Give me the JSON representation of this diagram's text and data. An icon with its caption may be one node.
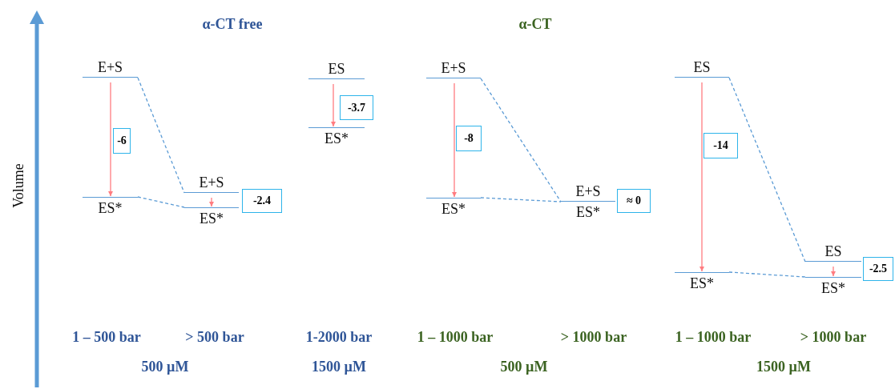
{
  "diagram": {
    "nodes": [
      {
        "text": [
          "E+S"
        ]
      },
      {
        "text": [
          "ES*"
        ]
      },
      {
        "text": [
          "E+S"
        ]
      },
      {
        "text": [
          "ES*"
        ]
      },
      {
        "text": [
          "ES"
        ]
      },
      {
        "text": [
          "ES*"
        ]
      },
      {
        "text": [
          "E+S"
        ]
      },
      {
        "text": [
          "ES*"
        ]
      },
      {
        "text": [
          "E+S"
        ]
      },
      {
        "text": [
          "ES*"
        ]
      },
      {
        "text": [
          "ES"
        ]
      },
      {
        "text": [
          "ES*"
        ]
      },
      {
        "text": [
          "ES"
        ]
      },
      {
        "text": [
          "ES*"
        ]
      },
      {
        "text": [
          "-6"
        ]
      },
      {
        "text": [
          "-2.4"
        ]
      },
      {
        "text": [
          "-3.7"
        ]
      },
      {
        "text": [
          "-8"
        ]
      },
      {
        "text": [
          "≈ 0"
        ]
      },
      {
        "text": [
          "-14"
        ]
      },
      {
        "text": [
          "-2.5"
        ]
      }
    ],
    "edges": [
      {
        "from": 0,
        "to": 1,
        "arrow": "to",
        "color": "#ff7c80"
      },
      {
        "from": 2,
        "to": 3,
        "arrow": "to",
        "color": "#ff7c80"
      },
      {
        "from": 4,
        "to": 5,
        "arrow": "to",
        "color": "#ff7c80"
      },
      {
        "from": 6,
        "to": 7,
        "arrow": "to",
        "color": "#ff7c80"
      },
      {
        "from": 10,
        "to": 11,
        "arrow": "to",
        "color": "#ff7c80"
      },
      {
        "from": 12,
        "to": 13,
        "arrow": "to",
        "color": "#ff7c80"
      },
      {
        "from": 0,
        "to": 2,
        "arrow": "none",
        "style": "dashed",
        "color": "#5b9bd5"
      },
      {
        "from": 1,
        "to": 3,
        "arrow": "none",
        "style": "dashed",
        "color": "#5b9bd5"
      },
      {
        "from": 6,
        "to": 8,
        "arrow": "none",
        "style": "dashed",
        "color": "#5b9bd5"
      },
      {
        "from": 7,
        "to": 8,
        "arrow": "none",
        "style": "dashed",
        "color": "#5b9bd5"
      },
      {
        "from": 10,
        "to": 12,
        "arrow": "none",
        "style": "dashed",
        "color": "#5b9bd5"
      },
      {
        "from": 11,
        "to": 13,
        "arrow": "none",
        "style": "dashed",
        "color": "#5b9bd5"
      }
    ],
    "labels": [
      "α-CT free",
      "α-CT",
      "Volume",
      "1 – 500 bar",
      "> 500 bar",
      "1-2000 bar",
      "1 – 1000 bar",
      "> 1000 bar",
      "1 – 1000 bar",
      "> 1000 bar",
      "500 µM",
      "1500 µM",
      "500 µM",
      "1500 µM"
    ]
  }
}
